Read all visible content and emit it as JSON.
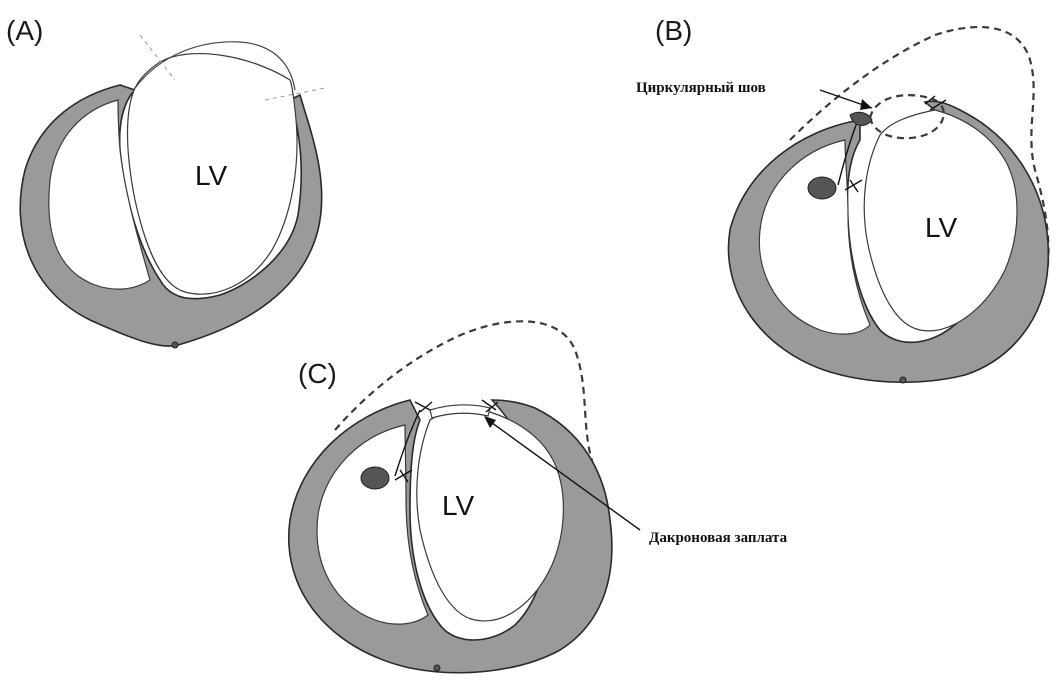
{
  "figure": {
    "panels": [
      {
        "label": "(A)",
        "lv_label": "LV"
      },
      {
        "label": "(B)",
        "lv_label": "LV",
        "callout": "Циркулярный шов"
      },
      {
        "label": "(C)",
        "lv_label": "LV",
        "callout": "Дакроновая заплата"
      }
    ]
  }
}
